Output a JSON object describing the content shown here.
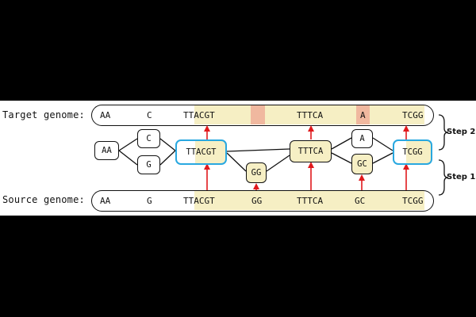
{
  "labels": {
    "target": "Target genome:",
    "source": "Source genome:",
    "step2": "Step 2",
    "step1": "Step 1"
  },
  "target_seq": {
    "s1": "AA",
    "s2": "C",
    "s3": "TTACGT",
    "s4": "TTTCA",
    "s5": "A",
    "s6": "TCGG"
  },
  "source_seq": {
    "s1": "AA",
    "s2": "G",
    "s3": "TTACGT",
    "s4": "GG",
    "s5": "TTTCA",
    "s6": "GC",
    "s7": "TCGG"
  },
  "graph": {
    "aa": "AA",
    "c": "C",
    "g": "G",
    "ttacgt": "TTACGT",
    "gg": "GG",
    "tttca": "TTTCA",
    "a": "A",
    "gc": "GC",
    "tcgg": "TCGG"
  },
  "colors": {
    "highlight": "#f6efc4",
    "mismatch": "#f0b89f",
    "arrow": "#e0191c",
    "boundary": "#29a8e0"
  }
}
